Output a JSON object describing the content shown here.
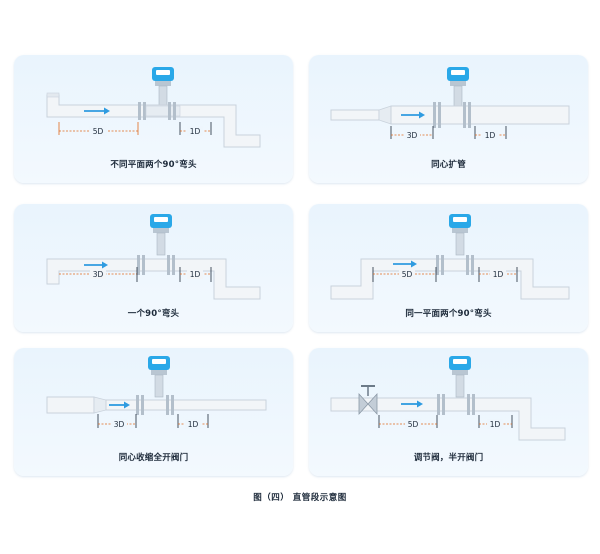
{
  "panels": [
    {
      "caption": "不同平面两个90°弯头",
      "upstream": "5D",
      "downstream": "1D"
    },
    {
      "caption": "同心扩管",
      "upstream": "3D",
      "downstream": "1D"
    },
    {
      "caption": "一个90°弯头",
      "upstream": "3D",
      "downstream": "1D"
    },
    {
      "caption": "同一平面两个90°弯头",
      "upstream": "5D",
      "downstream": "1D"
    },
    {
      "caption": "同心收缩全开阀门",
      "upstream": "3D",
      "downstream": "1D"
    },
    {
      "caption": "调节阀，半开阀门",
      "upstream": "5D",
      "downstream": "1D"
    }
  ],
  "figure_caption": "图（四）  直管段示意图",
  "colors": {
    "arrow": "#2f9be0",
    "dim": "#e06a1e",
    "pipe": "#f2f5f8",
    "pipe_edge": "#c9d2dc",
    "meter": "#2aa8e8"
  },
  "icons": [
    "flowmeter-icon",
    "flow-arrow-icon",
    "valve-icon"
  ]
}
